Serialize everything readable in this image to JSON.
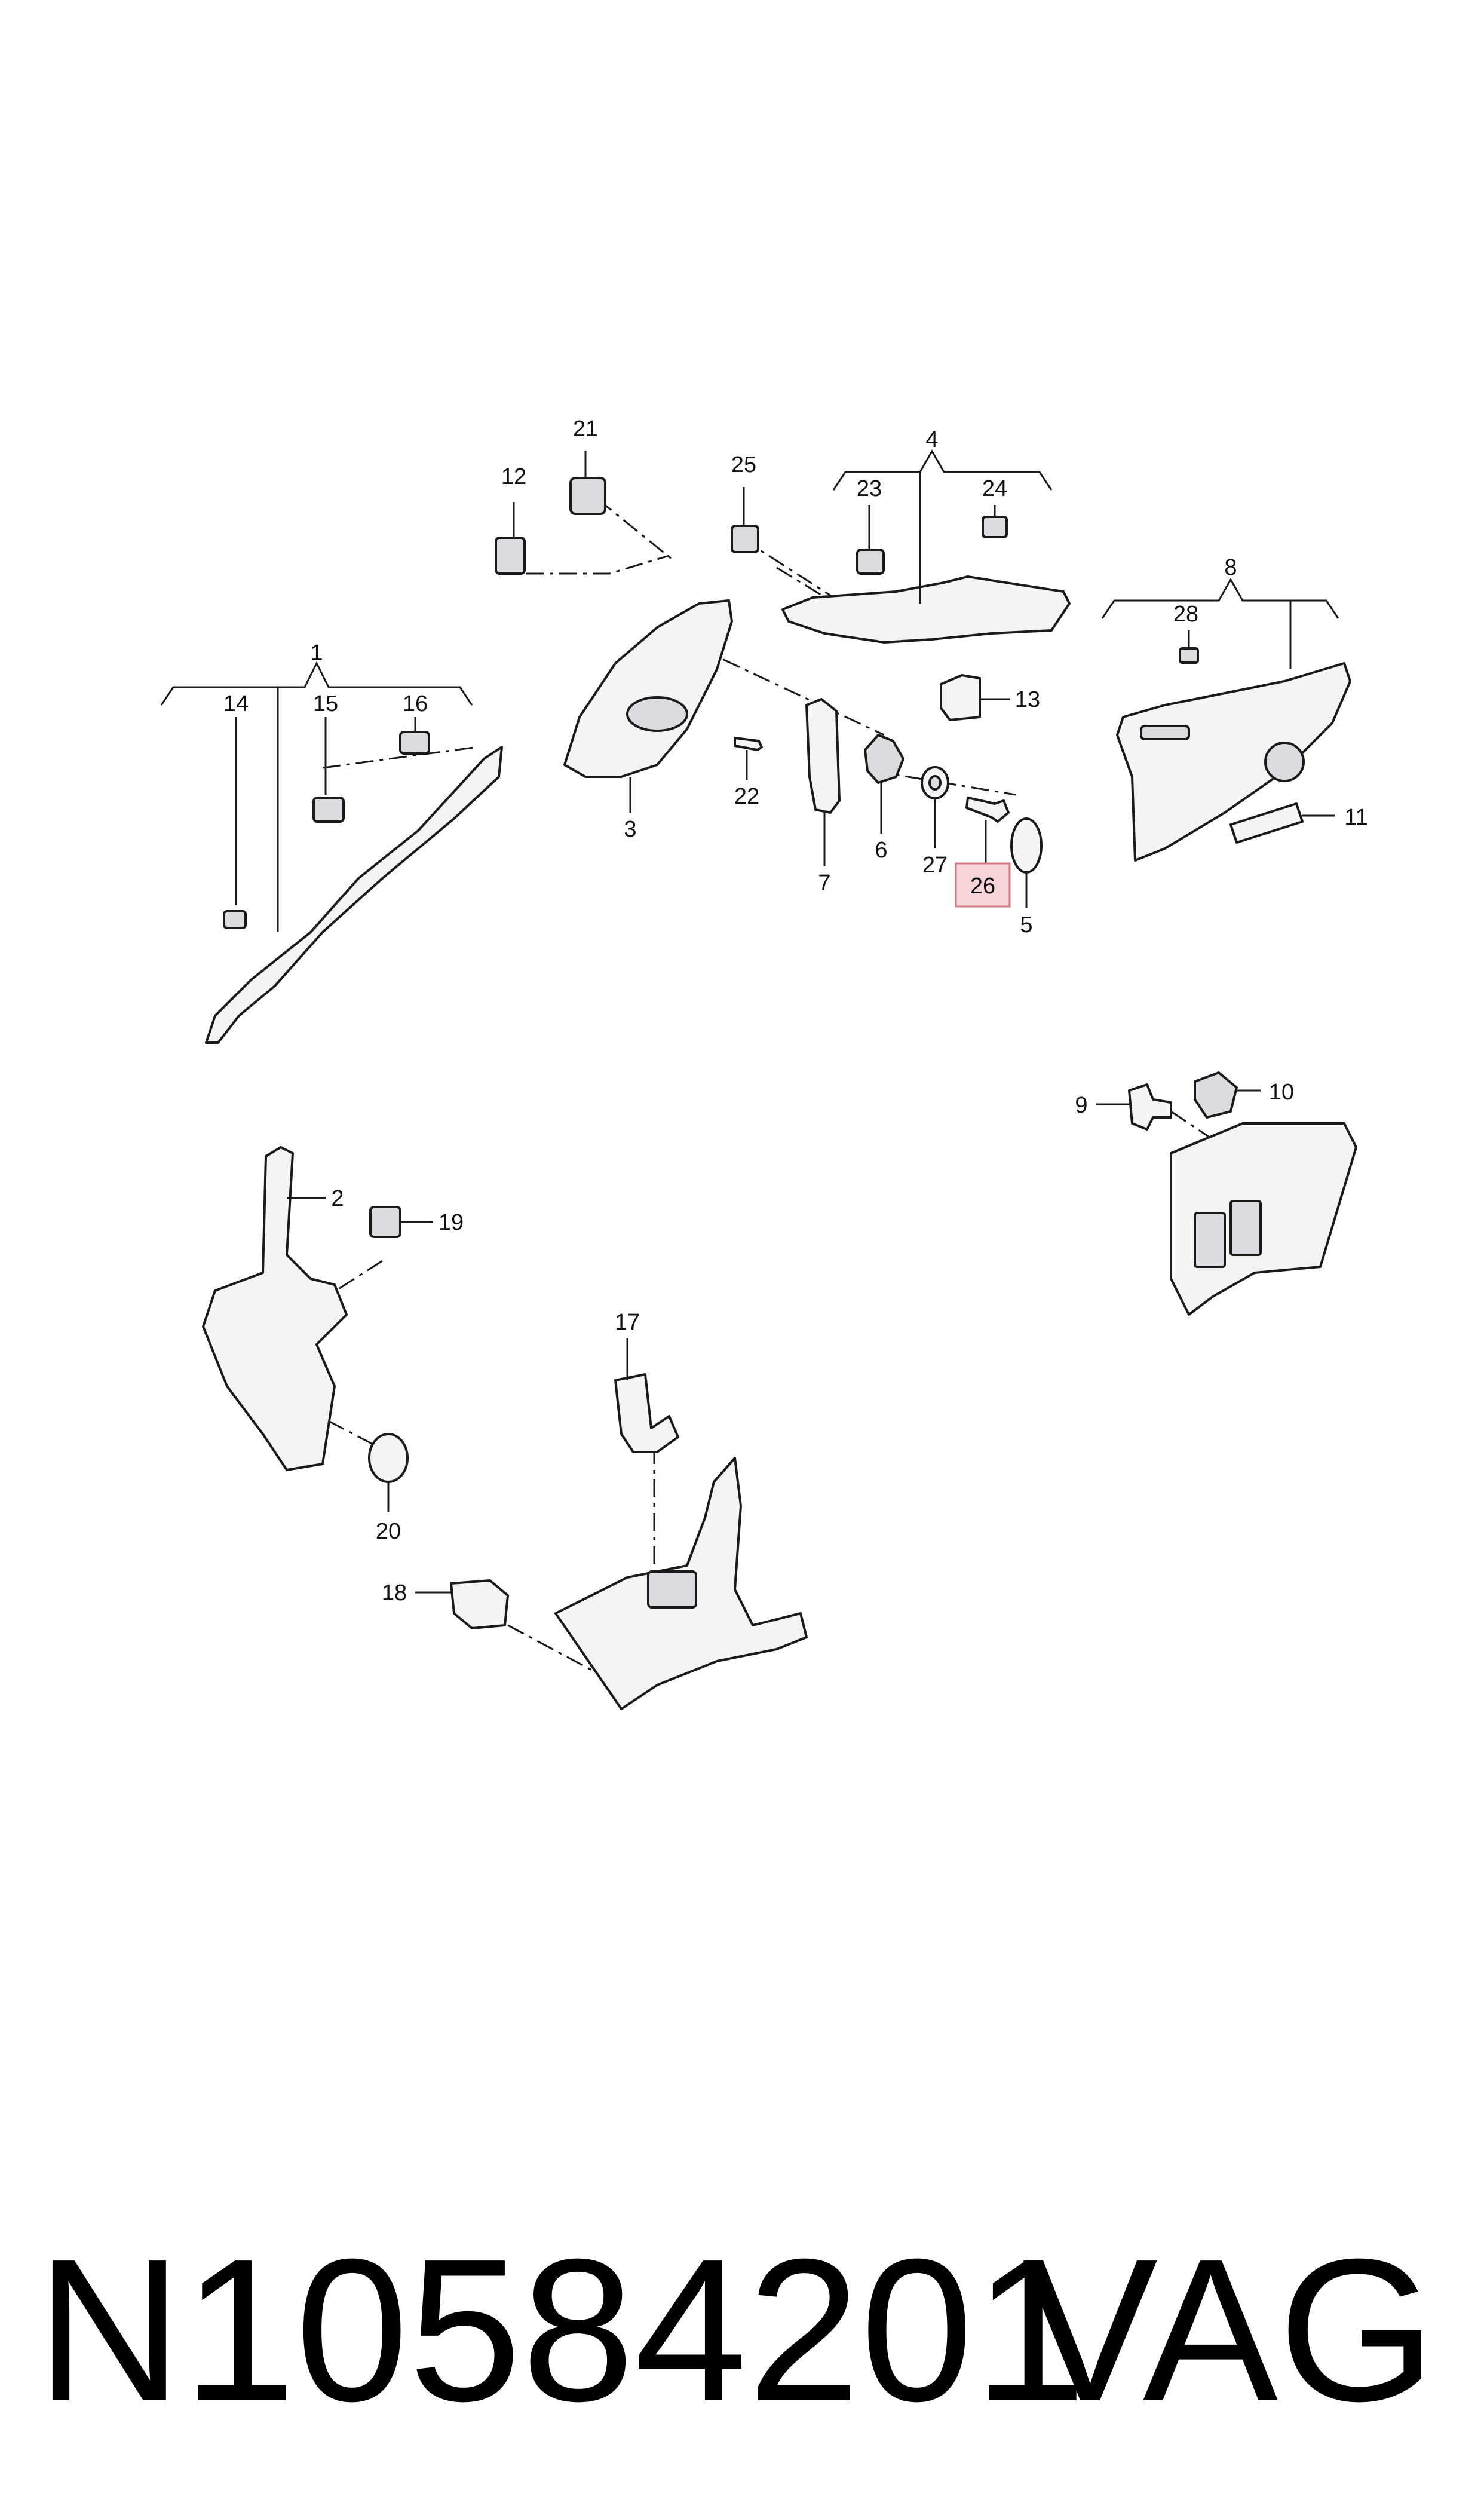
{
  "diagram": {
    "callouts": [
      "1",
      "2",
      "3",
      "4",
      "5",
      "6",
      "7",
      "8",
      "9",
      "10",
      "11",
      "12",
      "13",
      "14",
      "15",
      "16",
      "17",
      "18",
      "19",
      "20",
      "21",
      "22",
      "23",
      "24",
      "25",
      "26",
      "27",
      "28"
    ],
    "highlighted_callout": "26"
  },
  "footer": {
    "part_number": "N10584201",
    "brand": "VAG"
  }
}
